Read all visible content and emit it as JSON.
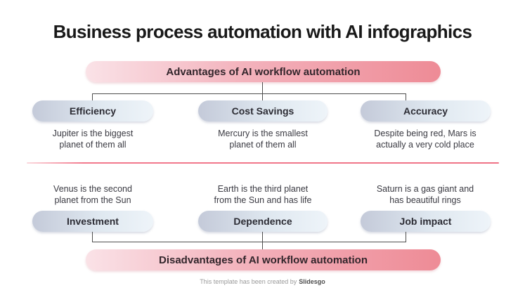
{
  "title": "Business process automation with AI infographics",
  "advantages": {
    "banner": "Advantages of AI workflow automation",
    "items": [
      {
        "label": "Efficiency",
        "lines": [
          "Jupiter is the biggest",
          "planet of them all"
        ]
      },
      {
        "label": "Cost Savings",
        "lines": [
          "Mercury is the smallest",
          "planet of them all"
        ]
      },
      {
        "label": "Accuracy",
        "lines": [
          "Despite being red, Mars is",
          "actually a very cold place"
        ]
      }
    ]
  },
  "disadvantages": {
    "banner": "Disadvantages of AI workflow automation",
    "items": [
      {
        "label": "Investment",
        "lines": [
          "Venus is the second",
          "planet from the Sun"
        ]
      },
      {
        "label": "Dependence",
        "lines": [
          "Earth is the third planet",
          "from the Sun and has life"
        ]
      },
      {
        "label": "Job impact",
        "lines": [
          "Saturn is a gas giant and",
          "has beautiful rings"
        ]
      }
    ]
  },
  "footer": {
    "text": "This template has been created by",
    "brand": "Slidesgo"
  },
  "colors": {
    "banner_gradient_start": "#fae2e7",
    "banner_gradient_end": "#ee8b96",
    "pill_gradient_start": "#c4cad9",
    "pill_gradient_end": "#eef4f9",
    "divider": "#f2798d",
    "connector": "#4e4e4e",
    "title_text": "#191919",
    "body_text": "#3a3a42",
    "footer_text": "#9a9a9a"
  }
}
